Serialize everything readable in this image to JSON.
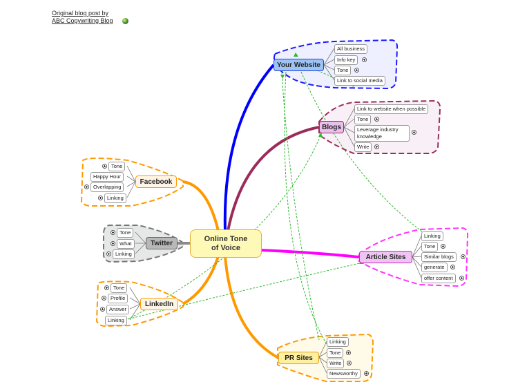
{
  "source": {
    "line1": "Original blog post by",
    "line2": "ABC Copywriting Blog",
    "icon": "globe-icon"
  },
  "center": {
    "label": "Online Tone\nof Voice"
  },
  "branches": {
    "website": {
      "label": "Your Website",
      "color": "#0000ff",
      "items": [
        "All business",
        "Info key",
        "Tone",
        "Link to social media"
      ]
    },
    "blogs": {
      "label": "Blogs",
      "color": "#9b2c5a",
      "items": [
        "Link to website when possible",
        "Tone",
        "Leverage industry knowledge",
        "Write"
      ]
    },
    "articles": {
      "label": "Article Sites",
      "color": "#ff00ff",
      "items": [
        "Linking",
        "Tone",
        "Similar blogs",
        "generate",
        "offer content"
      ]
    },
    "pr": {
      "label": "PR Sites",
      "color": "#ff9900",
      "items": [
        "Linking",
        "Tone",
        "Write",
        "Newsworthy"
      ]
    },
    "facebook": {
      "label": "Facebook",
      "color": "#ff9900",
      "items": [
        "Tone",
        "Happy Hour",
        "Overlapping",
        "Linking"
      ]
    },
    "twitter": {
      "label": "Twitter",
      "color": "#8a8a8a",
      "items": [
        "Tone",
        "What",
        "Linking"
      ]
    },
    "linkedin": {
      "label": "LinkedIn",
      "color": "#ff9900",
      "items": [
        "Tone",
        "Profile",
        "Answer",
        "Linking"
      ]
    }
  }
}
